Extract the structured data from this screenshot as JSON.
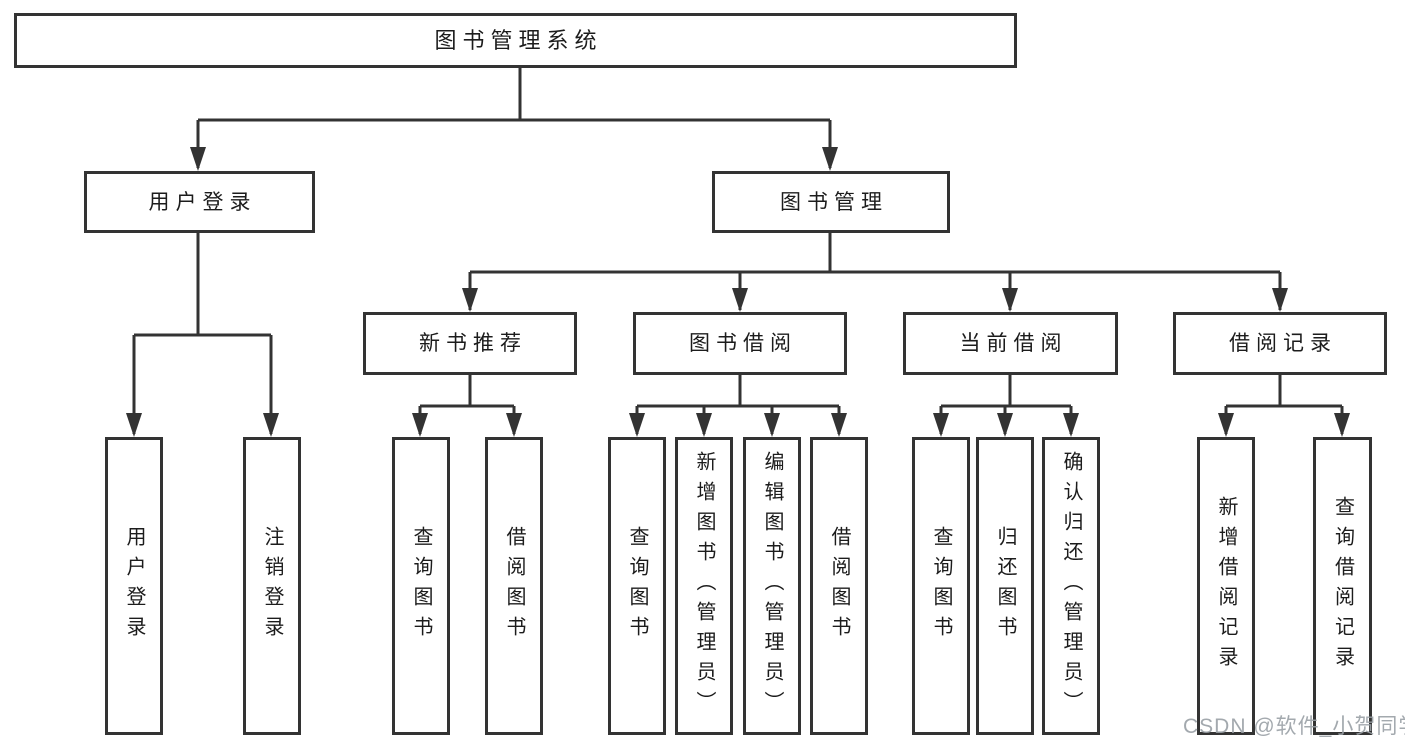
{
  "diagram_title": "图书管理系统",
  "watermark": "CSDN @软件_小贺同学",
  "colors": {
    "line": "#333333",
    "text": "#1c1c1c",
    "box_bg": "#ffffff",
    "background": "#ffffff",
    "watermark": "#9aa0a6"
  },
  "nodes": {
    "root": "图书管理系统",
    "user_login": "用户登录",
    "book_mgmt": "图书管理",
    "new_book_rec": "新书推荐",
    "book_borrow": "图书借阅",
    "current_borrow": "当前借阅",
    "borrow_records": "借阅记录",
    "leaf_user_login": "用户登录",
    "leaf_logout": "注销登录",
    "leaf_query_book_1": "查询图书",
    "leaf_borrow_book_1": "借阅图书",
    "leaf_query_book_2": "查询图书",
    "leaf_add_book_admin": "新增图书（管理员）",
    "leaf_edit_book_admin": "编辑图书（管理员）",
    "leaf_borrow_book_2": "借阅图书",
    "leaf_query_book_3": "查询图书",
    "leaf_return_book": "归还图书",
    "leaf_confirm_return_admin": "确认归还（管理员）",
    "leaf_add_borrow_record": "新增借阅记录",
    "leaf_query_borrow_record": "查询借阅记录"
  },
  "structure_note": "org-chart: root -> [用户登录, 图书管理]; 用户登录 -> [用户登录, 注销登录]; 图书管理 -> [新书推荐, 图书借阅, 当前借阅, 借阅记录]; 新书推荐 -> [查询图书, 借阅图书]; 图书借阅 -> [查询图书, 新增图书（管理员）, 编辑图书（管理员）, 借阅图书]; 当前借阅 -> [查询图书, 归还图书, 确认归还（管理员）]; 借阅记录 -> [新增借阅记录, 查询借阅记录]"
}
